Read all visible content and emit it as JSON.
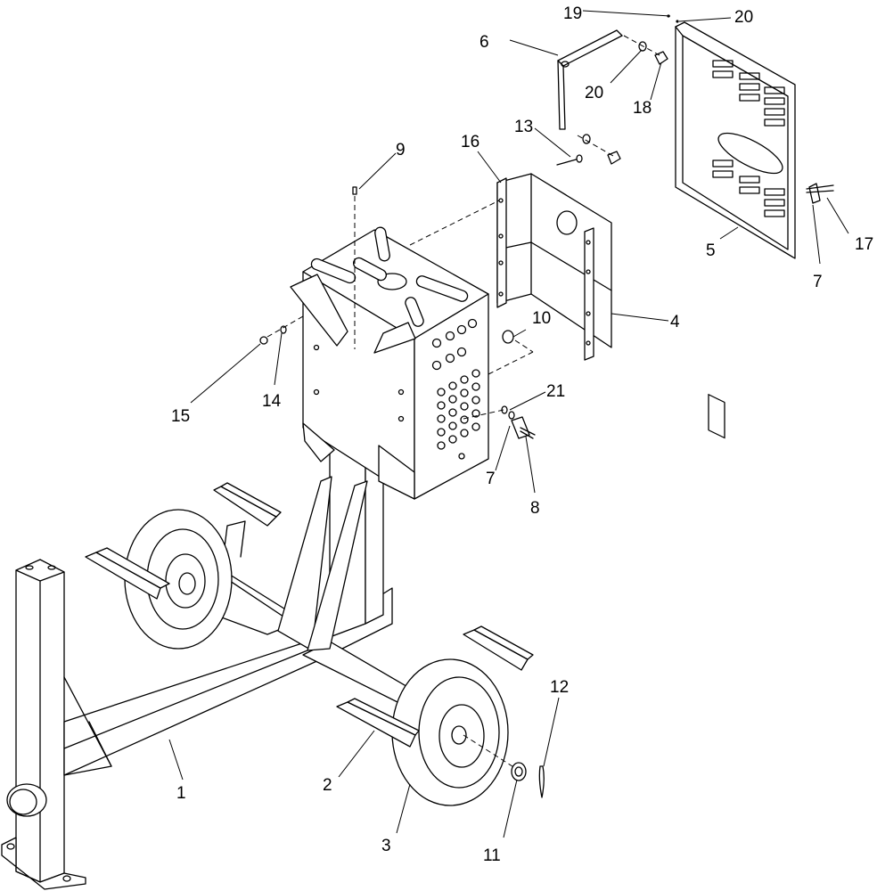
{
  "callouts": [
    {
      "id": "c1",
      "text": "1"
    },
    {
      "id": "c2",
      "text": "2"
    },
    {
      "id": "c3",
      "text": "3"
    },
    {
      "id": "c4",
      "text": "4"
    },
    {
      "id": "c5",
      "text": "5"
    },
    {
      "id": "c6",
      "text": "6"
    },
    {
      "id": "c7a",
      "text": "7"
    },
    {
      "id": "c7b",
      "text": "7"
    },
    {
      "id": "c8",
      "text": "8"
    },
    {
      "id": "c9",
      "text": "9"
    },
    {
      "id": "c10",
      "text": "10"
    },
    {
      "id": "c11",
      "text": "11"
    },
    {
      "id": "c12",
      "text": "12"
    },
    {
      "id": "c13",
      "text": "13"
    },
    {
      "id": "c14",
      "text": "14"
    },
    {
      "id": "c15",
      "text": "15"
    },
    {
      "id": "c16",
      "text": "16"
    },
    {
      "id": "c17",
      "text": "17"
    },
    {
      "id": "c18",
      "text": "18"
    },
    {
      "id": "c19",
      "text": "19"
    },
    {
      "id": "c20a",
      "text": "20"
    },
    {
      "id": "c20b",
      "text": "20"
    },
    {
      "id": "c21",
      "text": "21"
    }
  ]
}
